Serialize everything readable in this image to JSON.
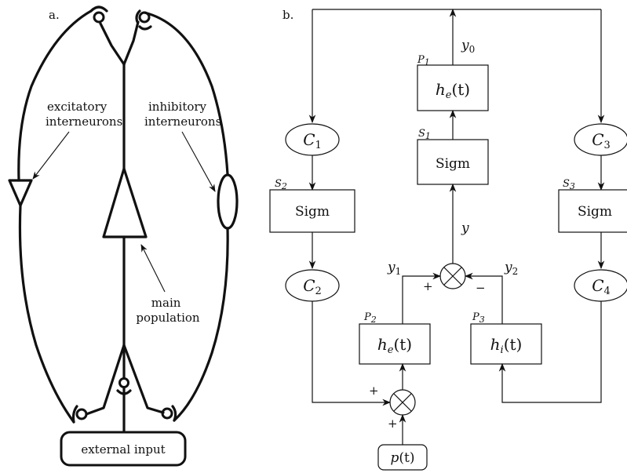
{
  "panel_a": {
    "label": "a.",
    "excitatory": [
      "excitatory",
      "interneurons"
    ],
    "inhibitory": [
      "inhibitory",
      "interneurons"
    ],
    "main": [
      "main",
      "population"
    ],
    "external_input": "external input"
  },
  "panel_b": {
    "label": "b.",
    "blocks": {
      "P1": {
        "tag": "P",
        "tag_sub": "1",
        "func": "h",
        "func_sub": "e",
        "arg": "(t)"
      },
      "S1": {
        "tag": "S",
        "tag_sub": "1",
        "text": "Sigm"
      },
      "S2": {
        "tag": "S",
        "tag_sub": "2",
        "text": "Sigm"
      },
      "S3": {
        "tag": "S",
        "tag_sub": "3",
        "text": "Sigm"
      },
      "P2": {
        "tag": "P",
        "tag_sub": "2",
        "func": "h",
        "func_sub": "e",
        "arg": "(t)"
      },
      "P3": {
        "tag": "P",
        "tag_sub": "3",
        "func": "h",
        "func_sub": "i",
        "arg": "(t)"
      }
    },
    "constants": {
      "C1": {
        "name": "C",
        "sub": "1"
      },
      "C2": {
        "name": "C",
        "sub": "2"
      },
      "C3": {
        "name": "C",
        "sub": "3"
      },
      "C4": {
        "name": "C",
        "sub": "4"
      }
    },
    "signals": {
      "y0": {
        "name": "y",
        "sub": "0"
      },
      "y": {
        "name": "y"
      },
      "y1": {
        "name": "y",
        "sub": "1"
      },
      "y2": {
        "name": "y",
        "sub": "2"
      }
    },
    "signs": {
      "plus_left": "+",
      "minus_right": "−",
      "plus_sum_left": "+",
      "plus_sum_bottom": "+"
    },
    "input": {
      "name": "p",
      "arg": "(t)"
    }
  }
}
